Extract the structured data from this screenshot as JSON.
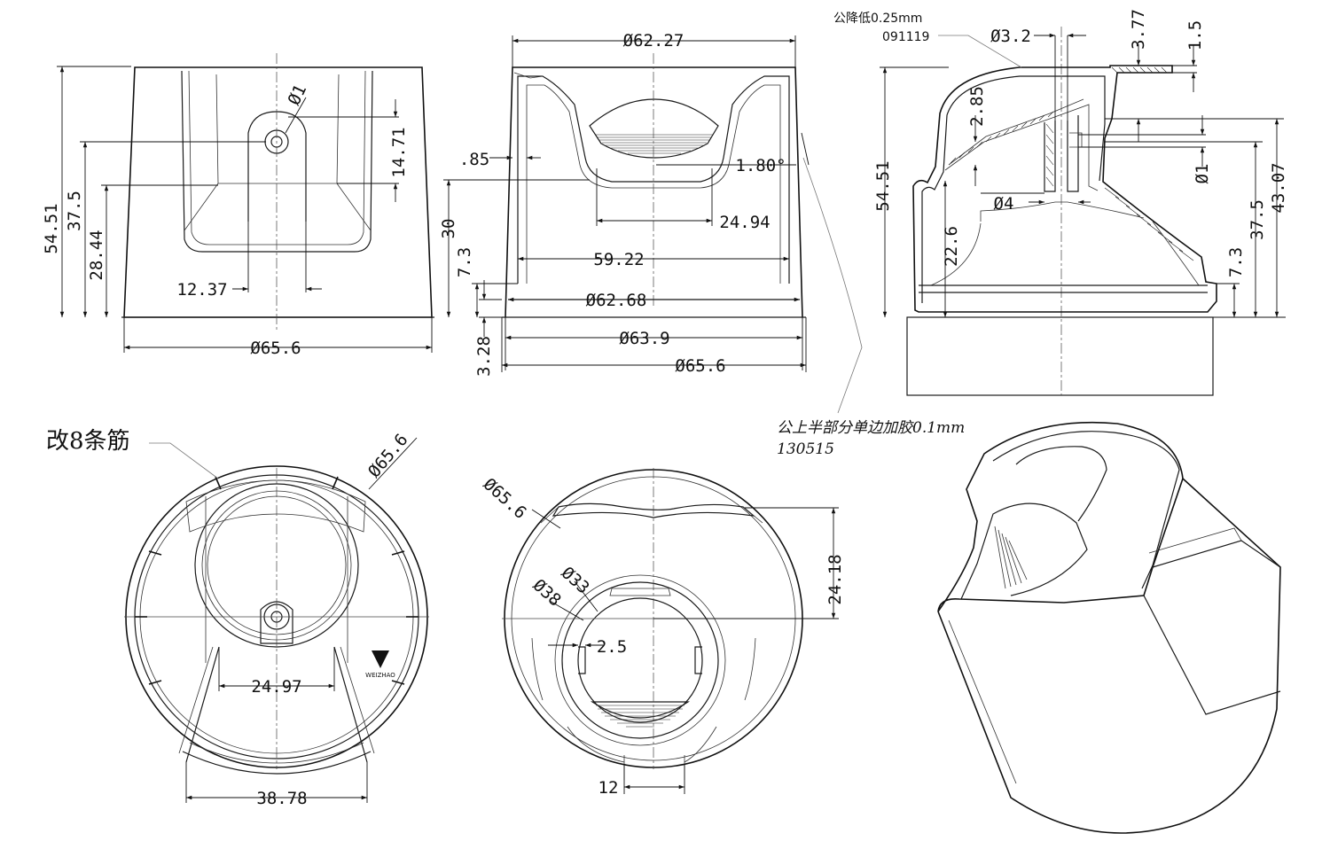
{
  "views": {
    "front": {
      "dims": {
        "height_total": "54.51",
        "height_hole": "37.5",
        "height_window": "28.44",
        "hole_dia": "Ø1",
        "window_top": "14.71",
        "neck_width": "12.37",
        "base_dia": "Ø65.6"
      }
    },
    "section": {
      "dims": {
        "top_dia": "Ø62.27",
        "wall": ".85",
        "draft": "1.80°",
        "cup_width": "24.94",
        "height": "30",
        "step": "7.3",
        "inner_width": "59.22",
        "dia_1": "Ø62.68",
        "dia_2": "Ø63.9",
        "base": "3.28",
        "dia_3": "Ø65.6"
      }
    },
    "side_section": {
      "note": "公降低0.25mm",
      "note_date": "091119",
      "dims": {
        "pin_dia": "Ø3.2",
        "rib_h": "3.77",
        "lip": "1.5",
        "wall": "2.85",
        "hole": "Ø1",
        "bore": "Ø4",
        "total": "54.51",
        "inner": "22.6",
        "h37": "37.5",
        "h43": "43.07",
        "h7": "7.3"
      }
    },
    "bottom": {
      "note": "改8条筋",
      "logo": "WEIZHAO",
      "dims": {
        "dia": "Ø65.6",
        "slot": "24.97",
        "width": "38.78"
      }
    },
    "top": {
      "dims": {
        "dia": "Ø65.6",
        "d33": "Ø33",
        "d38": "Ø38",
        "gap": "2.5",
        "offset": "24.18",
        "width": "12"
      }
    },
    "iso": {
      "note": "公上半部分单边加胶0.1mm",
      "note_date": "130515"
    }
  }
}
